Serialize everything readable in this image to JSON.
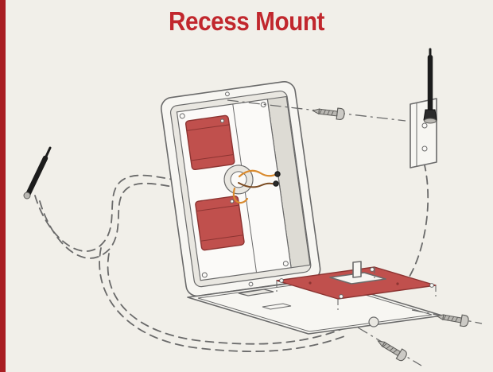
{
  "page": {
    "colors": {
      "background": "#f1efe9",
      "stripe_red": "#a91e22",
      "accent_red": "#c1272d",
      "line": "#6a6a6a",
      "ink": "#1c1c1c",
      "fill_light": "#f7f6f2",
      "fill_mid": "#e9e7e1",
      "fill_back": "#fbfaf8",
      "fill_shade": "#dddbd4",
      "part_red": "#c0504d",
      "part_red_dark": "#8c3432",
      "metal": "#b9b7b2",
      "metal_dark": "#5f5e5b",
      "wire_orange": "#d98a2e",
      "wire_brown": "#7a4a21"
    }
  },
  "header": {
    "title": "Recess Mount"
  },
  "diagram": {
    "parts": [
      "left-antenna",
      "antenna-cables",
      "enclosure-box",
      "wall-module-top",
      "wall-module-bottom",
      "cable-grommet",
      "grommet-wires",
      "door-panel",
      "circuit-board",
      "mounting-bracket",
      "right-antenna",
      "mounting-screws",
      "alignment-centerlines"
    ]
  }
}
